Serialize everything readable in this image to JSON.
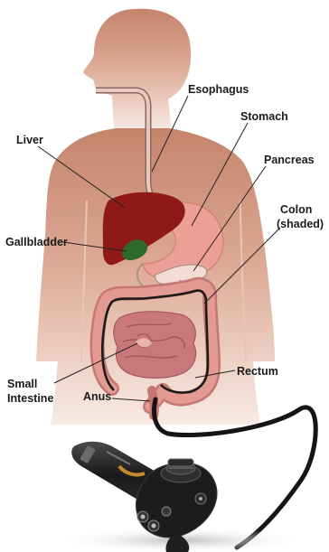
{
  "labels": {
    "esophagus": "Esophagus",
    "stomach": "Stomach",
    "liver": "Liver",
    "pancreas": "Pancreas",
    "colon_line1": "Colon",
    "colon_line2": "(shaded)",
    "gallbladder": "Gallbladder",
    "small_intestine_line1": "Small",
    "small_intestine_line2": "Intestine",
    "rectum": "Rectum",
    "anus": "Anus"
  },
  "colors": {
    "skin_top": "#c4846c",
    "skin_bottom": "#f7e9e2",
    "liver": "#8f1818",
    "stomach": "#eb9f96",
    "gallbladder": "#2e6a2a",
    "intestine": "#c9787a",
    "colon": "#d27f7d",
    "scope": "#121212"
  }
}
